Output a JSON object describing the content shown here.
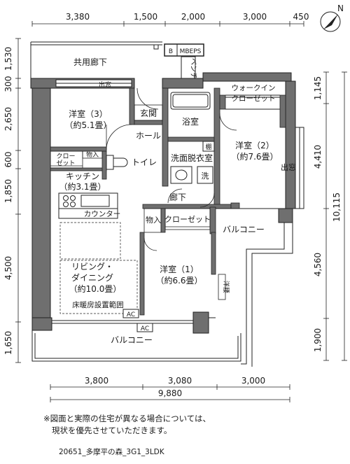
{
  "dimensions": {
    "top": [
      "3,380",
      "1,500",
      "2,000",
      "3,000",
      "450"
    ],
    "left": [
      "1,530",
      "300",
      "2,650",
      "600",
      "1,850",
      "4,500",
      "1,650"
    ],
    "right_inner": [
      "1,145",
      "4,410",
      "4,560",
      "1,900"
    ],
    "right_total": "10,115",
    "bottom": [
      "3,800",
      "3,080",
      "3,000"
    ],
    "bottom_total": "9,880"
  },
  "rooms": {
    "common_corridor": "共用廊下",
    "window_top": "出窓",
    "mbeps": "MBEPS",
    "b": "B",
    "bench": "ベンチ",
    "walkin_line1": "ウォークイン",
    "walkin_line2": "クローゼット",
    "western3": "洋室（3）",
    "western3_size": "（約5.1畳）",
    "entrance": "玄関",
    "hall": "ホール",
    "bath": "浴室",
    "western2": "洋室（2）",
    "western2_size": "（約7.6畳）",
    "window_right": "出窓",
    "closet_line1": "クロー",
    "closet_line2": "ゼット",
    "storage_small": "物入",
    "toilet": "トイレ",
    "washroom": "洗面脱衣室",
    "wash_mark": "洗",
    "wash_sq": "棚",
    "kitchen": "キッチン",
    "kitchen_size": "（約3.1畳）",
    "corridor": "廊下",
    "counter": "カウンター",
    "storage": "物入",
    "closet": "クローゼット",
    "balcony_right": "バルコニー",
    "living_line1": "リビング・",
    "living_line2": "ダイニング",
    "living_size": "（約10.0畳）",
    "floor_heating": "床暖房設置範囲",
    "western1": "洋室（1）",
    "western1_size": "（約6.6畳）",
    "ac1": "AC",
    "ac2": "AC",
    "balcony_bottom": "バルコニー",
    "vertical_label": "洋腰"
  },
  "compass": "N",
  "note_line1": "※図面と実際の住宅が異なる場合については、",
  "note_line2": "現状を優先させていただきます。",
  "plan_code": "20651_多摩平の森_3G1_3LDK"
}
